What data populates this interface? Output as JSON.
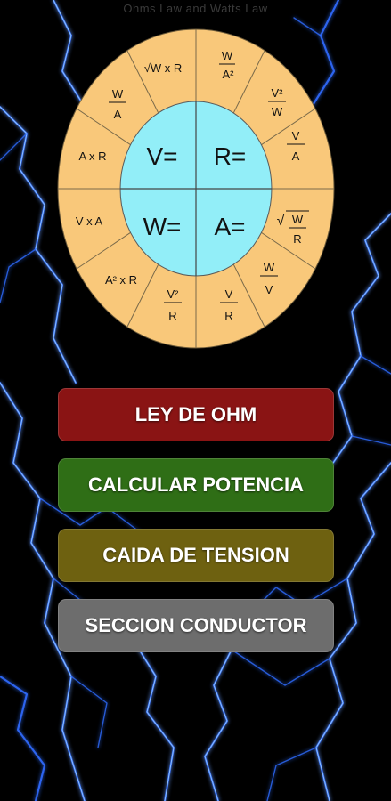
{
  "app": {
    "title": "Ohms Law and Watts Law"
  },
  "center": {
    "v": "V=",
    "r": "R=",
    "w": "W=",
    "a": "A="
  },
  "formulas": {
    "sqrt_w_r": "√W x R",
    "w_a2": {
      "num": "W",
      "den": "A²"
    },
    "v2_w": {
      "num": "V²",
      "den": "W"
    },
    "v_a": {
      "num": "V",
      "den": "A"
    },
    "w_a": {
      "num": "W",
      "den": "A"
    },
    "a_r": "A x R",
    "v_a_mult": "V x A",
    "a2_r": "A² x R",
    "v2_r": {
      "num": "V²",
      "den": "R"
    },
    "v_r": {
      "num": "V",
      "den": "R"
    },
    "w_v": {
      "num": "W",
      "den": "V"
    },
    "sqrt_w_over_r": {
      "num": "W",
      "den": "R"
    }
  },
  "buttons": {
    "ohm": "LEY DE OHM",
    "power": "CALCULAR POTENCIA",
    "voltage_drop": "CAIDA DE TENSION",
    "conductor_section": "SECCION CONDUCTOR"
  },
  "colors": {
    "wheel_outer": "#f9c87a",
    "wheel_inner": "#92eef8",
    "btn_ohm": "#8a1414",
    "btn_power": "#2f6e16",
    "btn_drop": "#6e6110",
    "btn_section": "#6d6d6d",
    "lightning": "#3a7dff"
  }
}
